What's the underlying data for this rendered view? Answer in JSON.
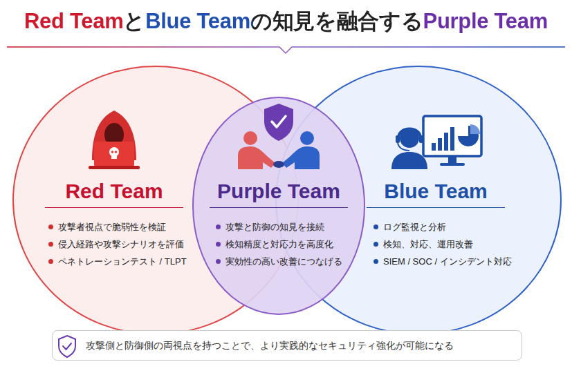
{
  "diagram": {
    "title": "Red TeamとBlue Teamの知見を融合するPurple Team",
    "nodes": [
      {
        "text": [
          "Red Team",
          "攻撃者視点で脆弱性を検証",
          "侵入経路や攻撃シナリオを評価",
          "ペネトレーションテスト / TLPT"
        ]
      },
      {
        "text": [
          "Purple Team",
          "攻撃と防御の知見を接続",
          "検知精度と対応力を高度化",
          "実効性の高い改善につなげる"
        ]
      },
      {
        "text": [
          "Blue Team",
          "ログ監視と分析",
          "検知、対応、運用改善",
          "SIEM / SOC / インシデント対応"
        ]
      },
      {
        "text": [
          "攻撃側と防御側の両視点を持つことで、より実践的なセキュリティ強化が可能になる"
        ]
      }
    ]
  }
}
